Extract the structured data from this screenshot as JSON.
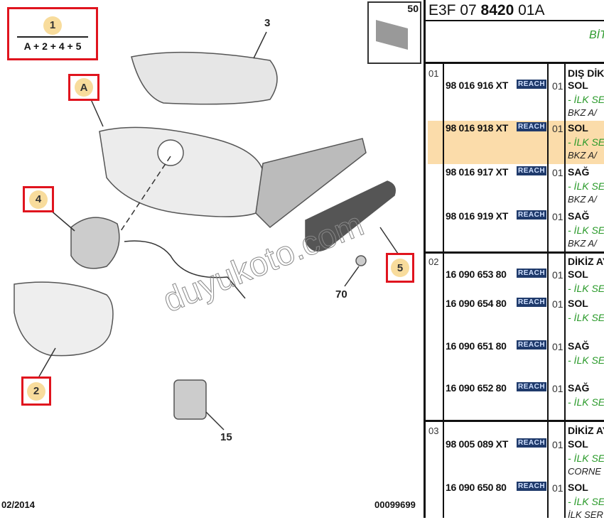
{
  "diagram": {
    "callouts": {
      "one": "1",
      "formula": "A + 2 + 4 + 5",
      "a": "A",
      "four": "4",
      "two": "2",
      "five": "5"
    },
    "labels": {
      "three": "3",
      "seventy": "70",
      "fifteen": "15",
      "fifty": "50"
    },
    "date": "02/2014",
    "code": "00099699",
    "watermark": "duyukoto.com"
  },
  "panel": {
    "title_prefix": "E3F 07 ",
    "title_bold": "8420",
    "title_suffix": " 01A",
    "banner": "BİT",
    "groups": [
      {
        "ref": "01",
        "heading": "DIŞ DİK",
        "rows": [
          {
            "part": "98 016 916 XT",
            "badge": "REACH",
            "qty": "01",
            "side": "SOL",
            "note": "- İLK SE",
            "extra": "BKZ A/",
            "highlight": false
          },
          {
            "part": "98 016 918 XT",
            "badge": "REACH",
            "qty": "01",
            "side": "SOL",
            "note": "- İLK SE",
            "extra": "BKZ A/",
            "highlight": true
          },
          {
            "part": "98 016 917 XT",
            "badge": "REACH",
            "qty": "01",
            "side": "SAĞ",
            "note": "- İLK SE",
            "extra": "BKZ A/",
            "highlight": false
          },
          {
            "part": "98 016 919 XT",
            "badge": "REACH",
            "qty": "01",
            "side": "SAĞ",
            "note": "- İLK SE",
            "extra": "BKZ A/",
            "highlight": false
          }
        ]
      },
      {
        "ref": "02",
        "heading": "DİKİZ AY",
        "rows": [
          {
            "part": "16 090 653 80",
            "badge": "REACH",
            "qty": "01",
            "side": "SOL",
            "note": "- İLK SE"
          },
          {
            "part": "16 090 654 80",
            "badge": "REACH",
            "qty": "01",
            "side": "SOL",
            "note": "- İLK SE"
          },
          {
            "part": "16 090 651 80",
            "badge": "REACH",
            "qty": "01",
            "side": "SAĞ",
            "note": "- İLK SE"
          },
          {
            "part": "16 090 652 80",
            "badge": "REACH",
            "qty": "01",
            "side": "SAĞ",
            "note": "- İLK SE"
          }
        ]
      },
      {
        "ref": "03",
        "heading": "DİKİZ AY",
        "rows": [
          {
            "part": "98 005 089 XT",
            "badge": "REACH",
            "qty": "01",
            "side": "SOL",
            "note": "- İLK SE",
            "extra": "CORNE"
          },
          {
            "part": "16 090 650 80",
            "badge": "REACH",
            "qty": "01",
            "side": "SOL",
            "note": "- İLK SE",
            "extra": "İLK SER"
          }
        ]
      }
    ]
  }
}
